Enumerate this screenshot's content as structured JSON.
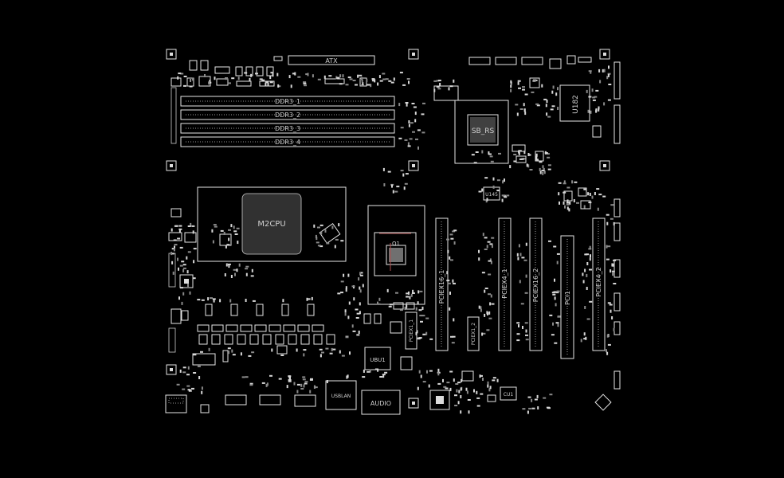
{
  "diagram": {
    "background": "#000000",
    "line_color": "#e6e6e6",
    "labels": {
      "atx": "ATX",
      "ddr": [
        "DDR3_1",
        "DDR3_2",
        "DDR3_3",
        "DDR3_4"
      ],
      "cpu": "M2CPU",
      "chipset": "SB_RS",
      "u182": "U182",
      "u145": "U145",
      "q1": "Q1",
      "pciex16_1": "PCIEX16_1",
      "pciex4_1": "PCIEX4_1",
      "pciex16_2": "PCIEX16_2",
      "pci1": "PCI1",
      "pciex4_2": "PCIEX4_2",
      "pciex1_1": "PCIEX1_1",
      "pciex1_2": "PCIEX1_2",
      "ubu1": "UBU1",
      "usblan": "USBLAN",
      "audio": "AUDIO",
      "cu1": "CU1"
    }
  }
}
